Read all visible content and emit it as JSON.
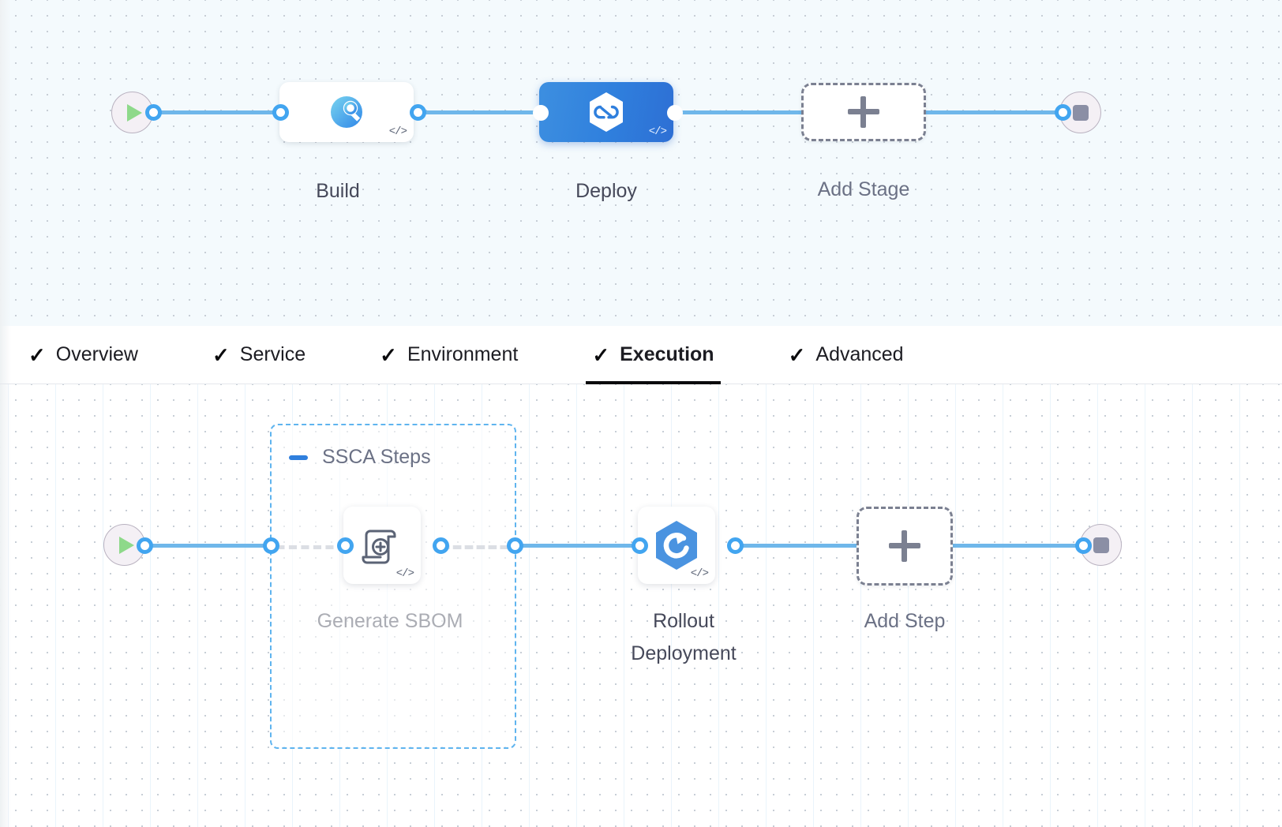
{
  "pipeline": {
    "stage_canvas": {
      "start_node": {
        "name": "pipeline-start",
        "icon": "play-icon"
      },
      "end_node": {
        "name": "pipeline-end",
        "icon": "stop-icon"
      },
      "stages": [
        {
          "label": "Build",
          "icon": "build-scan-icon",
          "selected": false,
          "code_badge": "</>"
        },
        {
          "label": "Deploy",
          "icon": "harness-hexagon-icon",
          "selected": true,
          "code_badge": "</>"
        }
      ],
      "add_stage": {
        "label": "Add Stage",
        "icon": "plus-icon"
      }
    },
    "tabs": [
      {
        "label": "Overview",
        "check": "✓",
        "active": false
      },
      {
        "label": "Service",
        "check": "✓",
        "active": false
      },
      {
        "label": "Environment",
        "check": "✓",
        "active": false
      },
      {
        "label": "Execution",
        "check": "✓",
        "active": true
      },
      {
        "label": "Advanced",
        "check": "✓",
        "active": false
      }
    ],
    "step_canvas": {
      "start_node": {
        "name": "execution-start",
        "icon": "play-icon"
      },
      "end_node": {
        "name": "execution-end",
        "icon": "stop-icon"
      },
      "group": {
        "title": "SSCA Steps",
        "collapse_icon": "minus-icon",
        "steps": [
          {
            "label": "Generate SBOM",
            "icon": "sbom-scroll-icon",
            "code_badge": "</>"
          }
        ]
      },
      "steps": [
        {
          "label": "Rollout\nDeployment",
          "icon": "rollout-hexagon-icon",
          "code_badge": "</>"
        }
      ],
      "add_step": {
        "label": "Add Step",
        "icon": "plus-icon"
      }
    }
  },
  "colors": {
    "accent_blue": "#2f7fdd",
    "edge_blue": "#6fb7ea",
    "port_blue": "#42a5f0",
    "group_dashed_blue": "#5fb4ef",
    "dashed_gray": "#7b8091",
    "label_gray": "#46495a",
    "canvas_top_bg": "#f4fafd",
    "canvas_bottom_bg": "#ffffff",
    "play_green": "#8ed98a",
    "stop_gray": "#8b8fa5"
  }
}
